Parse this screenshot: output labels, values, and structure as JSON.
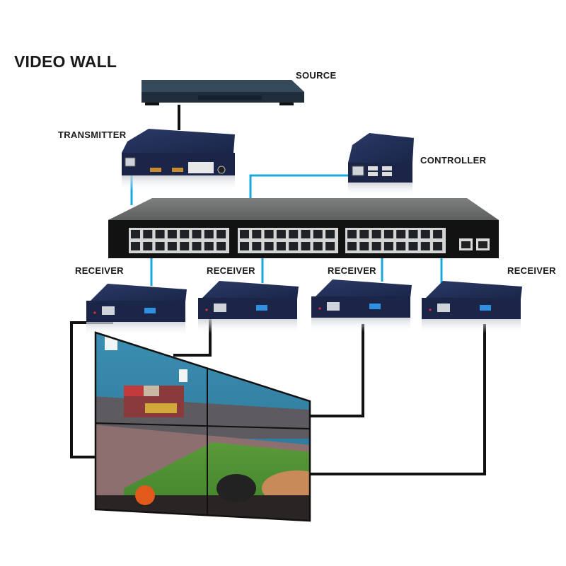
{
  "title": "VIDEO WALL",
  "labels": {
    "source": "SOURCE",
    "transmitter": "TRANSMITTER",
    "controller": "CONTROLLER",
    "receivers": [
      "RECEIVER",
      "RECEIVER",
      "RECEIVER",
      "RECEIVER"
    ]
  },
  "devices": {
    "source": {
      "icon": "media-player-icon"
    },
    "transmitter": {
      "icon": "hdmi-transmitter-icon"
    },
    "controller": {
      "icon": "controller-box-icon"
    },
    "switch": {
      "icon": "network-switch-icon",
      "port_blocks": 3,
      "ports_per_block": 16,
      "uplink_ports": 2
    },
    "receivers": {
      "count": 4,
      "icon": "hdmi-receiver-icon"
    },
    "video_wall": {
      "rows": 2,
      "cols": 2,
      "content": "baseball stadium scene"
    }
  },
  "colors": {
    "network_cable": "#1aa7d9",
    "hdmi_cable": "#111111",
    "device_blue": "#1c2a4f",
    "switch_body": "#111111",
    "switch_top": "#6b6e6c"
  }
}
